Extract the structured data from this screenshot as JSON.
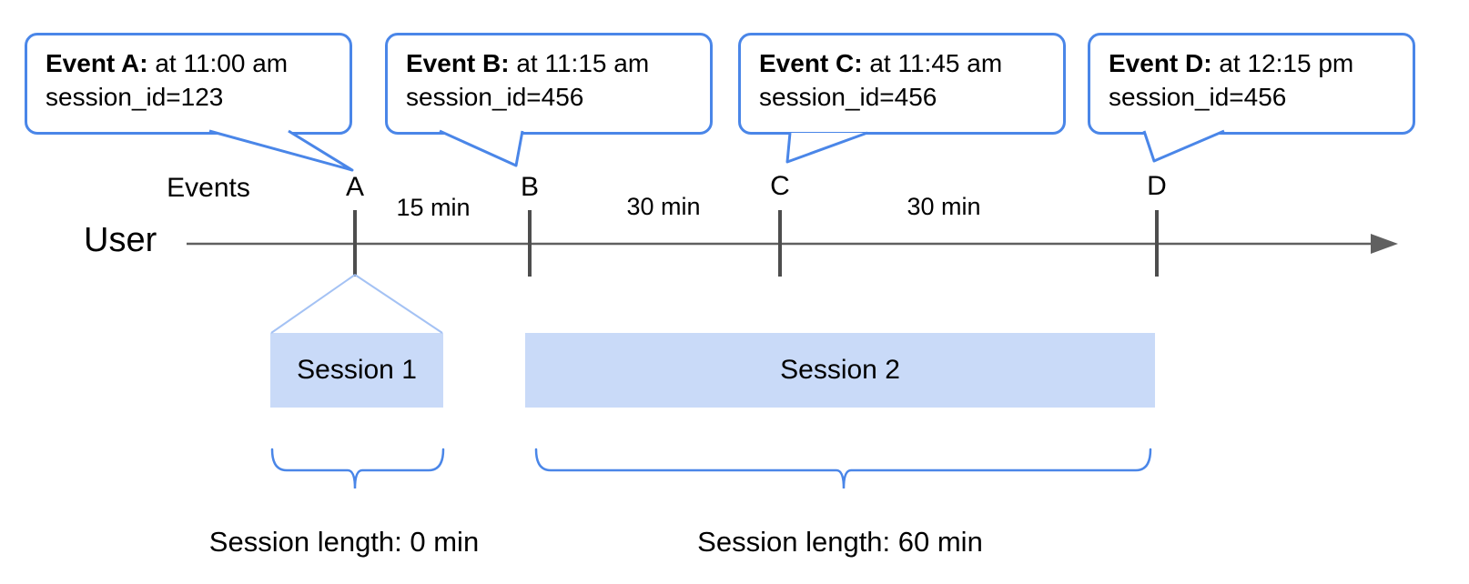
{
  "callouts": [
    {
      "label": "Event A:",
      "time": " at 11:00 am",
      "session": "session_id=123"
    },
    {
      "label": "Event B:",
      "time": " at 11:15 am",
      "session": "session_id=456"
    },
    {
      "label": "Event C:",
      "time": " at 11:45 am",
      "session": "session_id=456"
    },
    {
      "label": "Event D:",
      "time": " at 12:15 pm",
      "session": "session_id=456"
    }
  ],
  "timeline": {
    "axis_label": "User",
    "events_label": "Events",
    "event_markers": [
      "A",
      "B",
      "C",
      "D"
    ],
    "intervals": [
      "15 min",
      "30 min",
      "30 min"
    ]
  },
  "sessions": [
    {
      "label": "Session 1",
      "length_label": "Session length: 0 min"
    },
    {
      "label": "Session 2",
      "length_label": "Session length: 60 min"
    }
  ],
  "colors": {
    "accent_blue": "#4a86e8",
    "funnel_light_blue": "#a4c2f4",
    "session_fill": "#c9daf8",
    "axis_gray": "#606060",
    "text": "#000000"
  }
}
